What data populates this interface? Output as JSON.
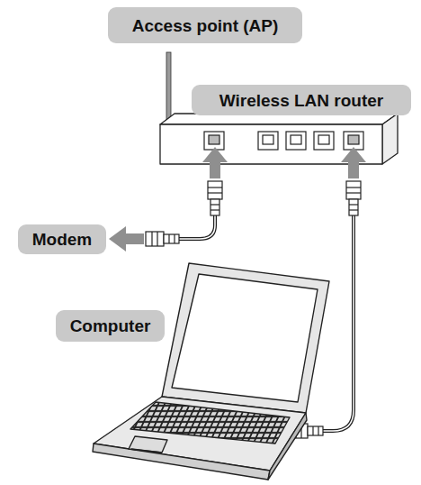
{
  "diagram": {
    "nodes": [
      {
        "text": [
          "Access point (AP)"
        ]
      },
      {
        "text": [
          "Wireless LAN router"
        ]
      },
      {
        "text": [
          "Modem"
        ]
      },
      {
        "text": [
          "Computer"
        ]
      }
    ]
  }
}
